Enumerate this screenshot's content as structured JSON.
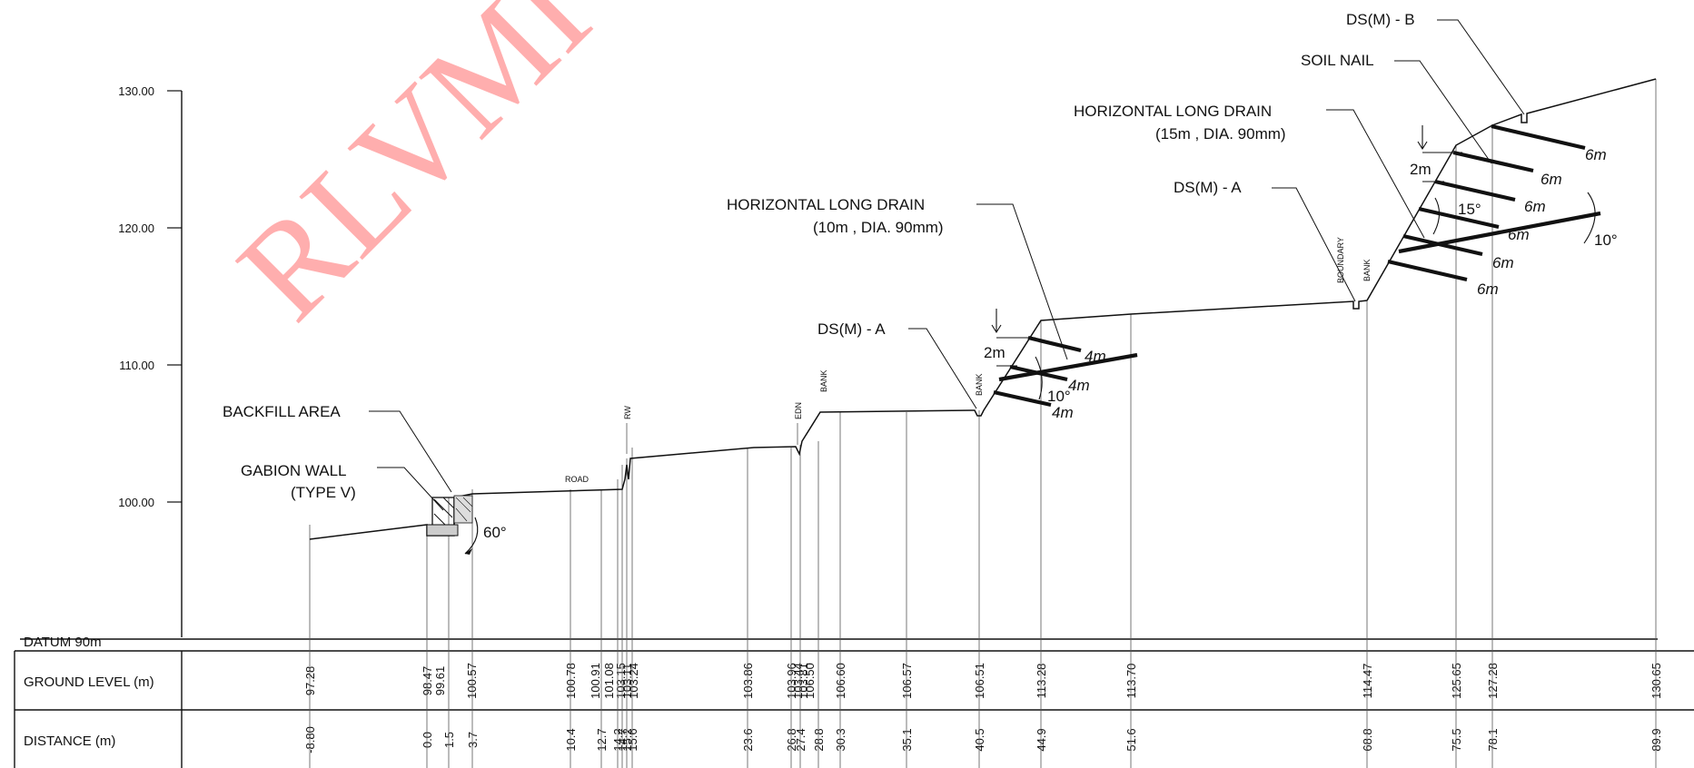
{
  "watermark": "RLVMI",
  "datum_label": "DATUM 90m",
  "y_axis": {
    "ticks": [
      "130.00",
      "120.00",
      "110.00",
      "100.00"
    ],
    "min": 90,
    "max": 130
  },
  "table": {
    "row_labels": {
      "ground_level": "GROUND LEVEL (m)",
      "distance": "DISTANCE (m)"
    },
    "ground_levels": [
      "97.28",
      "98.47",
      "99.61",
      "100.57",
      "100.78",
      "100.91",
      "101.08",
      "103.15",
      "103.11",
      "103.24",
      "103.86",
      "103.96",
      "103.44",
      "103.81",
      "106.50",
      "106.60",
      "106.57",
      "106.51",
      "113.28",
      "113.70",
      "114.47",
      "125.65",
      "127.28",
      "130.65"
    ],
    "distances": [
      "-8.80",
      "0.0",
      "1.5",
      "3.7",
      "10.4",
      "12.7",
      "14.2",
      "14.7",
      "15.2",
      "15.6",
      "23.6",
      "26.8",
      "27.4",
      "28.8",
      "30.3",
      "35.1",
      "40.5",
      "44.9",
      "51.6",
      "68.8",
      "75.5",
      "78.1",
      "89.9"
    ]
  },
  "small_labels": {
    "road": "ROAD",
    "rw": "RW",
    "edn": "EDN",
    "bank1": "BANK",
    "bank2": "BANK",
    "boundary": "BOUNDARY",
    "bank3": "BANK"
  },
  "annotations": {
    "backfill": "BACKFILL AREA",
    "gabion_line1": "GABION WALL",
    "gabion_line2": "(TYPE V)",
    "angle_60": "60°",
    "drain1_line1": "HORIZONTAL LONG DRAIN",
    "drain1_line2": "(10m , DIA. 90mm)",
    "ds_a_lower": "DS(M) - A",
    "dim_2m_lower": "2m",
    "angle_10_lower": "10°",
    "nail_4m_a": "4m",
    "nail_4m_b": "4m",
    "nail_4m_c": "4m",
    "drain2_line1": "HORIZONTAL LONG DRAIN",
    "drain2_line2": "(15m , DIA. 90mm)",
    "ds_a_upper": "DS(M) - A",
    "ds_b": "DS(M) - B",
    "soil_nail": "SOIL NAIL",
    "dim_2m_upper": "2m",
    "angle_15": "15°",
    "angle_10_upper": "10°",
    "nail_6m_1": "6m",
    "nail_6m_2": "6m",
    "nail_6m_3": "6m",
    "nail_6m_4": "6m",
    "nail_6m_5": "6m",
    "nail_6m_6": "6m"
  }
}
